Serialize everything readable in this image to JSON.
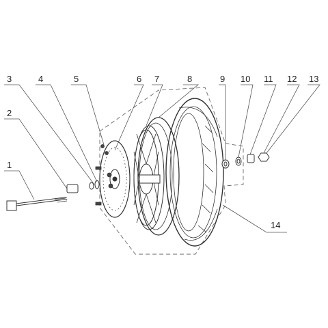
{
  "diagram": {
    "type": "exploded-parts-view",
    "subject": "front wheel assembly",
    "colors": {
      "line": "#333333",
      "leader": "#555555",
      "dashed": "#666666",
      "background": "#ffffff"
    }
  },
  "callouts": [
    {
      "id": "1",
      "label": "1"
    },
    {
      "id": "2",
      "label": "2"
    },
    {
      "id": "3",
      "label": "3"
    },
    {
      "id": "4",
      "label": "4"
    },
    {
      "id": "5",
      "label": "5"
    },
    {
      "id": "6",
      "label": "6"
    },
    {
      "id": "7",
      "label": "7"
    },
    {
      "id": "8",
      "label": "8"
    },
    {
      "id": "9",
      "label": "9"
    },
    {
      "id": "10",
      "label": "10"
    },
    {
      "id": "11",
      "label": "11"
    },
    {
      "id": "12",
      "label": "12"
    },
    {
      "id": "13",
      "label": "13"
    },
    {
      "id": "14",
      "label": "14"
    }
  ]
}
